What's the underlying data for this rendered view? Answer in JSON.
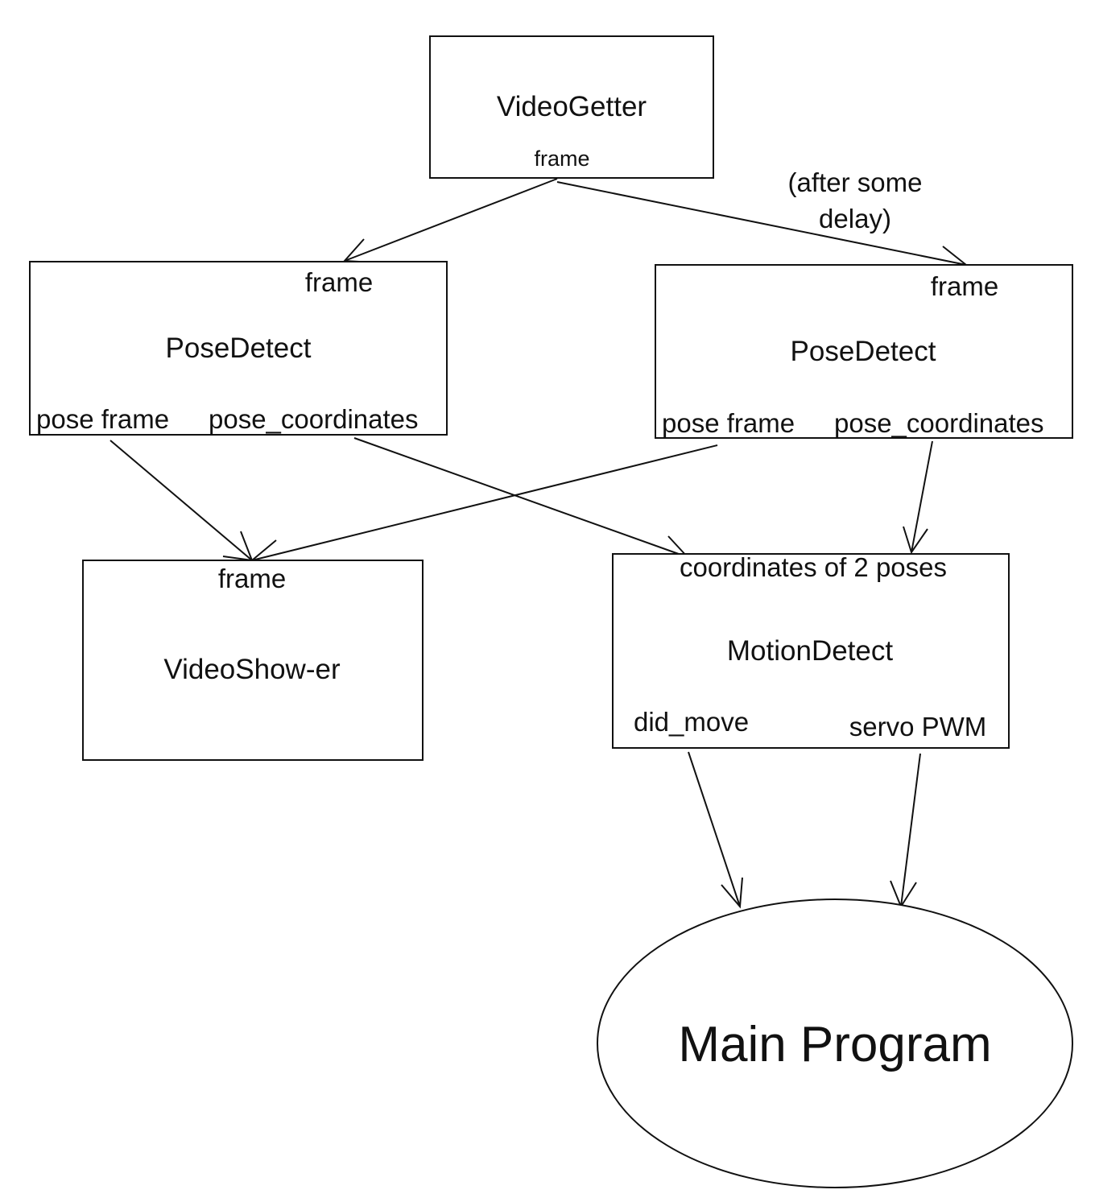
{
  "nodes": {
    "video_getter": {
      "title": "VideoGetter",
      "port_out": "frame"
    },
    "pose_detect_1": {
      "title": "PoseDetect",
      "port_in": "frame",
      "port_out_left": "pose frame",
      "port_out_right": "pose_coordinates"
    },
    "pose_detect_2": {
      "title": "PoseDetect",
      "port_in": "frame",
      "port_out_left": "pose frame",
      "port_out_right": "pose_coordinates"
    },
    "video_shower": {
      "title": "VideoShow-er",
      "port_in": "frame"
    },
    "motion_detect": {
      "title": "MotionDetect",
      "port_in": "coordinates of 2 poses",
      "port_out_left": "did_move",
      "port_out_right": "servo PWM"
    },
    "main_program": {
      "title": "Main Program"
    }
  },
  "edge_labels": {
    "delay_line1": "(after some",
    "delay_line2": "delay)"
  }
}
